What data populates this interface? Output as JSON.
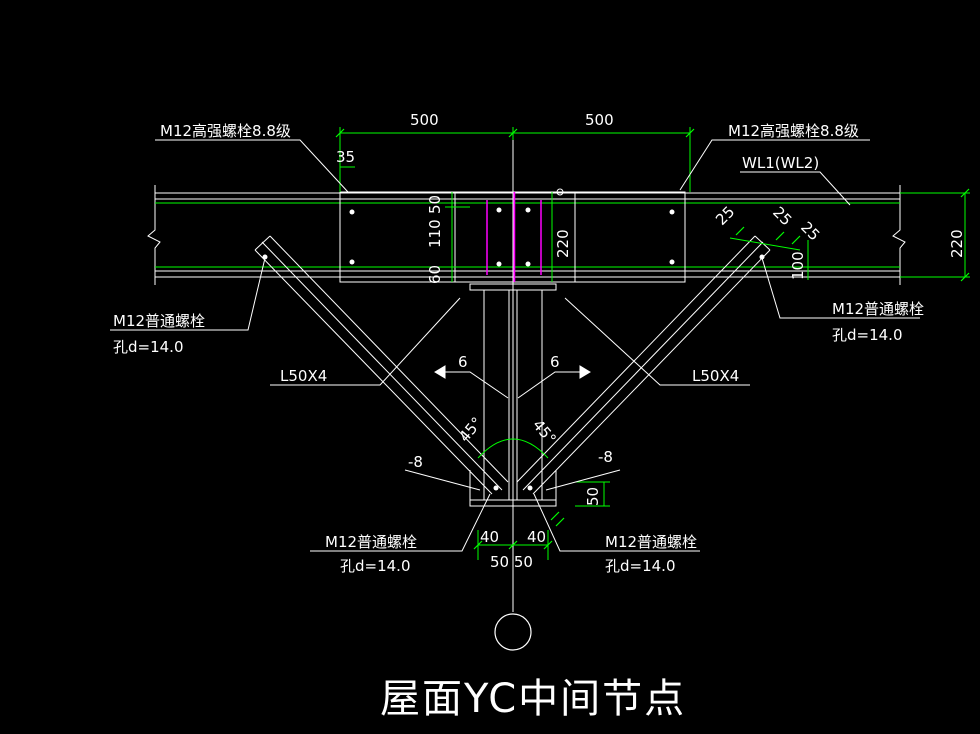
{
  "drawing": {
    "title": "屋面YC中间节点",
    "colors": {
      "background": "#000000",
      "outline": "#ffffff",
      "dimension": "#00ff00",
      "centerline": "#00ff00",
      "member": "#ff00ff"
    },
    "dimensions": {
      "top_left": "500",
      "top_right": "500",
      "edge_35": "35",
      "left_50": "50",
      "left_110": "110",
      "left_60": "60",
      "inner_220": "220",
      "right_220": "220",
      "d25_1": "25",
      "d25_2": "25",
      "d25_3": "25",
      "d100": "100",
      "d50_bottom": "50",
      "d40_left": "40",
      "d40_right": "40",
      "d50_50": "50 50"
    },
    "callouts": {
      "bolt_hs_left": "M12高强螺栓8.8级",
      "bolt_hs_right": "M12高强螺栓8.8级",
      "beam": "WL1(WL2)",
      "bolt_common_left": "M12普通螺栓",
      "hole_left": "孔d=14.0",
      "bolt_common_right": "M12普通螺栓",
      "hole_right": "孔d=14.0",
      "angle_left": "L50X4",
      "angle_right": "L50X4",
      "weld_left": "6",
      "weld_right": "6",
      "angle_45_left": "45°",
      "angle_45_right": "45°",
      "plate_left": "-8",
      "plate_right": "-8",
      "bolt_bottom_left": "M12普通螺栓",
      "hole_bottom_left": "孔d=14.0",
      "bolt_bottom_right": "M12普通螺栓",
      "hole_bottom_right": "孔d=14.0"
    }
  }
}
